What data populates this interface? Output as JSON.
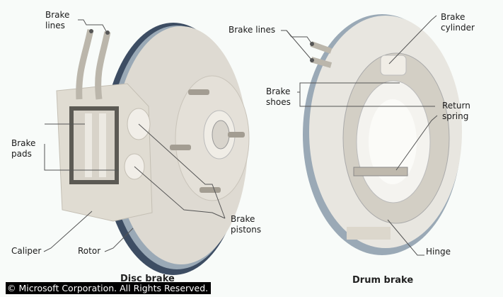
{
  "diagram": {
    "disc_brake": {
      "caption": "Disc brake",
      "labels": {
        "brake_lines": "Brake\nlines",
        "brake_pads": "Brake\npads",
        "caliper": "Caliper",
        "rotor": "Rotor",
        "brake_pistons": "Brake\npistons"
      }
    },
    "drum_brake": {
      "caption": "Drum brake",
      "labels": {
        "brake_lines": "Brake lines",
        "brake_shoes": "Brake\nshoes",
        "brake_cylinder": "Brake\ncylinder",
        "return_spring": "Return\nspring",
        "hinge": "Hinge"
      }
    },
    "copyright": "© Microsoft Corporation. All Rights Reserved.",
    "colors": {
      "background": "#f8fbf9",
      "metal_light": "#e6e2d8",
      "metal_mid": "#cfcac0",
      "rotor_blue": "#8fa0b0",
      "rotor_dark": "#3d4d63",
      "leader_line": "#555555"
    }
  }
}
